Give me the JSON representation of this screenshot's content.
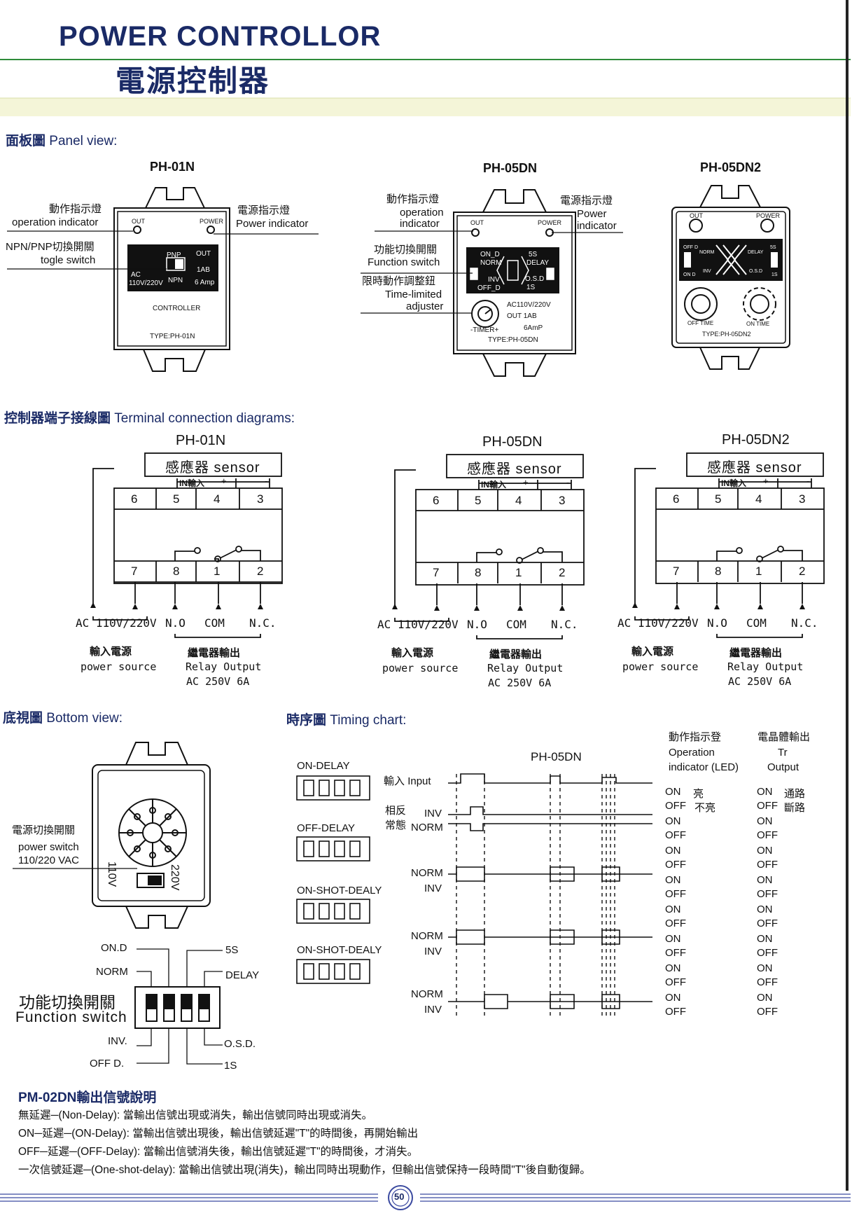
{
  "header": {
    "title_en": "POWER CONTROLLOR",
    "title_zh": "電源控制器"
  },
  "panel": {
    "heading_zh": "面板圖",
    "heading_en": "Panel view:",
    "models": [
      "PH-01N",
      "PH-05DN",
      "PH-05DN2"
    ],
    "ph01n": {
      "op_zh": "動作指示燈",
      "op_en": "operation indicator",
      "pw_zh": "電源指示燈",
      "pw_en": "Power indicator",
      "sw_zh": "NPN/PNP切換開關",
      "sw_en": "togle switch",
      "out": "OUT",
      "power": "POWER",
      "pnp": "PNP",
      "npn": "NPN",
      "out2": "OUT",
      "ac": "AC",
      "ac_v": "110V/220V",
      "amp1": "1AB",
      "amp2": "6 Amp",
      "controller": "CONTROLLER",
      "type": "TYPE:PH-01N"
    },
    "ph05dn": {
      "op_zh": "動作指示燈",
      "op_en1": "operation",
      "op_en2": "indicator",
      "pw_zh": "電源指示燈",
      "pw_en1": "Power",
      "pw_en2": "indicator",
      "fn_zh": "功能切換開關",
      "fn_en": "Function switch",
      "tm_zh": "限時動作調整鈕",
      "tm_en1": "Time-limited",
      "tm_en2": "adjuster",
      "out": "OUT",
      "power": "POWER",
      "on_d": "ON_D",
      "norm": "NORM",
      "inv": "INV",
      "off_d": "OFF_D",
      "s5": "5S",
      "delay": "DELAY",
      "osd": "O.S.D",
      "s1": "1S",
      "ac": "AC110V/220V",
      "out_spec": "OUT 1AB",
      "amp": "6AmP",
      "timer": "-TIMER+",
      "type": "TYPE:PH-05DN"
    },
    "ph05dn2": {
      "out": "OUT",
      "power": "POWER",
      "off_d": "OFF D",
      "norm": "NORM",
      "inv": "INV",
      "on_d": "ON D",
      "delay": "DELAY",
      "s5": "5S",
      "osd": "O.S.D",
      "s1": "1S",
      "off_time": "OFF TIME",
      "on_time": "ON TIME",
      "type": "TYPE:PH-05DN2"
    }
  },
  "terminal": {
    "heading_zh": "控制器端子接線圖",
    "heading_en": "Terminal connection diagrams:",
    "models": [
      "PH-01N",
      "PH-05DN",
      "PH-05DN2"
    ],
    "sensor": "感應器 sensor",
    "in_label": "IN輸入",
    "plus": "+",
    "minus": "-",
    "top_pins": [
      "6",
      "5",
      "4",
      "3"
    ],
    "bottom_pins": [
      "7",
      "8",
      "1",
      "2"
    ],
    "ac": "AC 110V/220V",
    "no": "N.O",
    "com": "COM",
    "nc": "N.C.",
    "ps_zh": "輸入電源",
    "ps_en": "power source",
    "ro_zh": "繼電器輸出",
    "ro_en": "Relay Output",
    "ro_spec": "AC 250V 6A"
  },
  "bottom": {
    "heading_zh": "底視圖",
    "heading_en": "Bottom view:",
    "ps_zh": "電源切換開關",
    "ps_en1": "power switch",
    "ps_en2": "110/220 VAC",
    "v110": "110V",
    "v220": "220V",
    "fs_zh": "功能切換開關",
    "fs_en": "Function switch",
    "on_d": "ON.D",
    "norm": "NORM",
    "inv": "INV.",
    "off_d": "OFF D.",
    "s5": "5S",
    "delay": "DELAY",
    "osd": "O.S.D.",
    "s1": "1S"
  },
  "timing": {
    "heading_zh": "時序圖",
    "heading_en": "Timing chart:",
    "model": "PH-05DN",
    "op_zh": "動作指示登",
    "op_en1": "Operation",
    "op_en2": "indicator (LED)",
    "tr_zh": "電晶體輸出",
    "tr_en1": "Tr",
    "tr_en2": "Output",
    "modes": [
      "ON-DELAY",
      "OFF-DELAY",
      "ON-SHOT-DEALY",
      "ON-SHOT-DEALY"
    ],
    "input_zh": "輸入",
    "input_en": "Input",
    "inv_zh": "相反",
    "norm_zh": "常態",
    "inv": "INV",
    "norm": "NORM",
    "on": "ON",
    "off": "OFF",
    "on_zh": "亮",
    "off_zh": "不亮",
    "tr_on_zh": "通路",
    "tr_off_zh": "斷路"
  },
  "footer": {
    "title": "PM-02DN輸出信號說明",
    "lines": [
      "無延遲─(Non-Delay): 當輸出信號出現或消失，輸出信號同時出現或消失。",
      "ON─延遲─(ON-Delay): 當輸出信號出現後，輸出信號延遲\"T\"的時間後，再開始輸出",
      "OFF─延遲─(OFF-Delay): 當輸出信號消失後，輸出信號延遲\"T\"的時間後，才消失。",
      "一次信號延遲─(One-shot-delay): 當輸出信號出現(消失)，輸出同時出現動作，但輸出信號保持一段時間\"T\"後自動復歸。"
    ],
    "page": "50"
  }
}
